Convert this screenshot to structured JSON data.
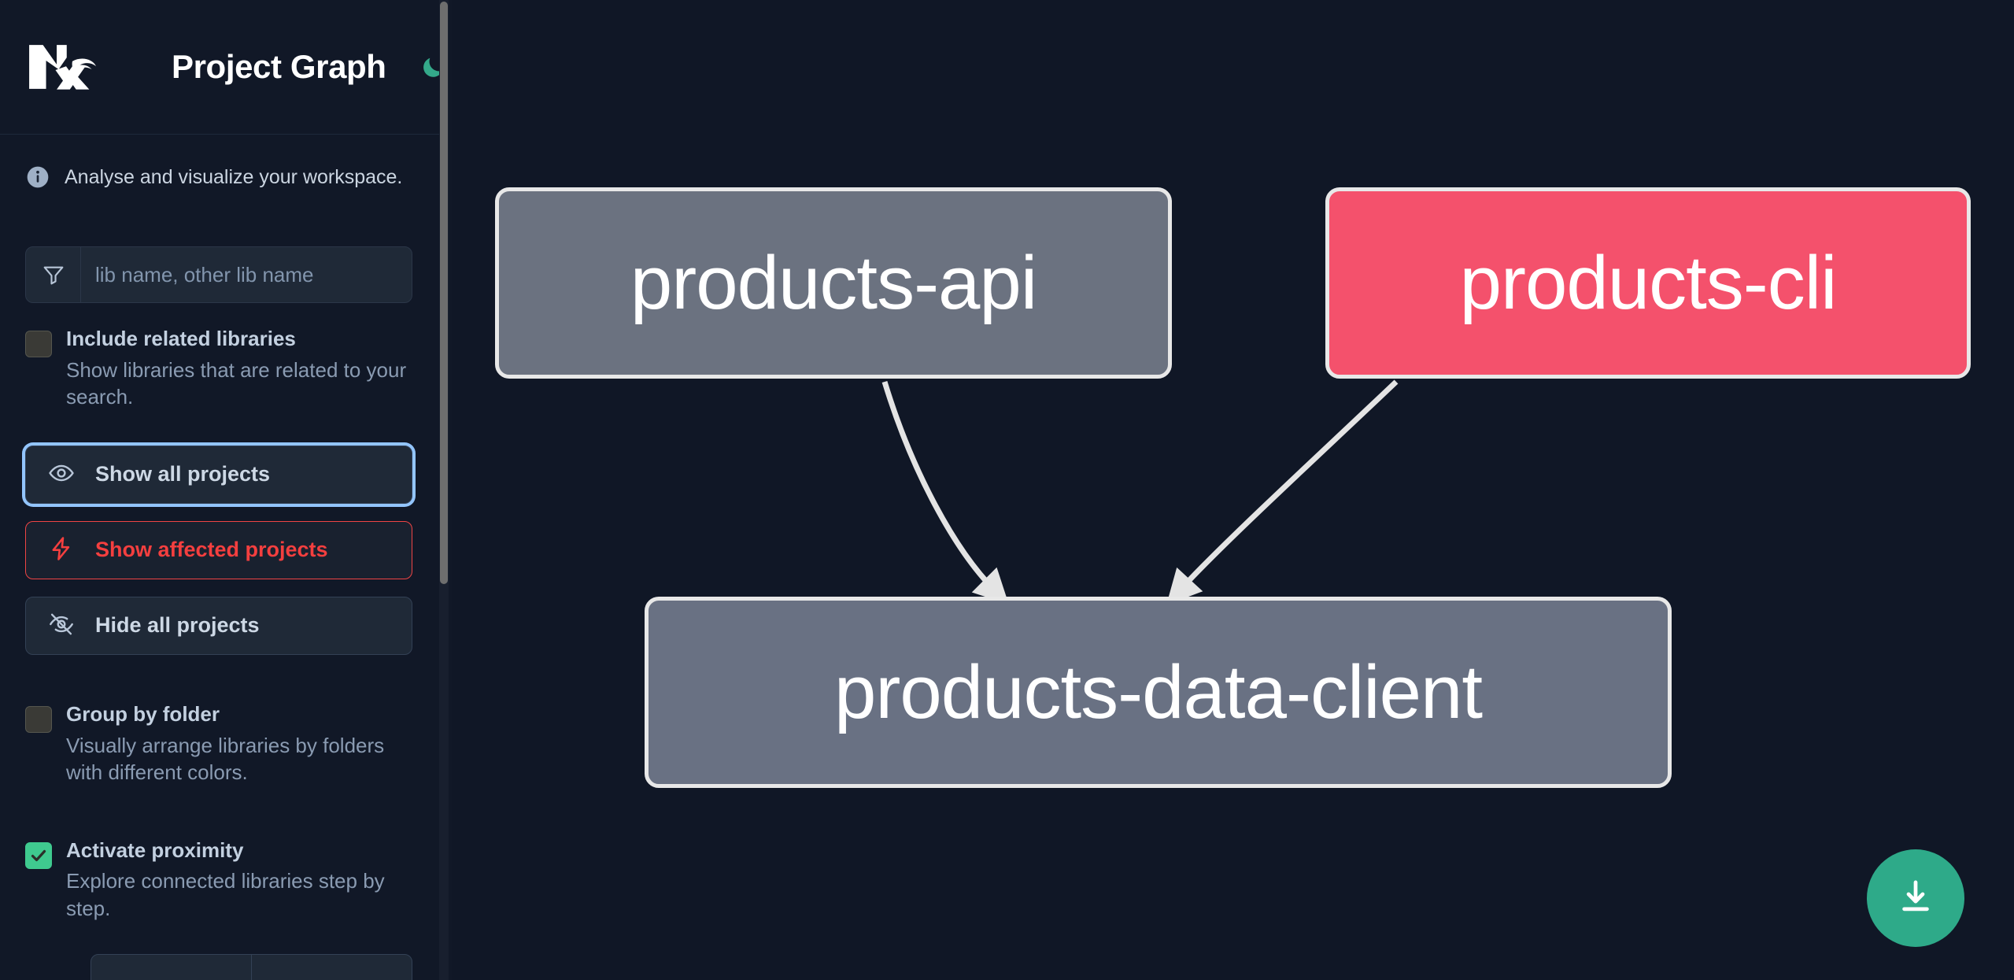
{
  "header": {
    "logo_icon": "nx-logo-icon",
    "title": "Project Graph",
    "theme_toggle_icon": "moon-icon"
  },
  "sidebar": {
    "note": {
      "icon": "info-icon",
      "text": "Analyse and visualize your workspace."
    },
    "search": {
      "icon": "filter-funnel-icon",
      "placeholder": "lib name, other lib name",
      "value": ""
    },
    "options": [
      {
        "name": "include-related-libraries",
        "label": "Include related libraries",
        "description": "Show libraries that are related to your search.",
        "checked": false
      },
      {
        "name": "group-by-folder",
        "label": "Group by folder",
        "description": "Visually arrange libraries by folders with different colors.",
        "checked": false
      },
      {
        "name": "activate-proximity",
        "label": "Activate proximity",
        "description": "Explore connected libraries step by step.",
        "checked": true
      }
    ],
    "buttons": [
      {
        "name": "show-all-projects",
        "label": "Show all projects",
        "icon": "eye-icon",
        "style": "focus"
      },
      {
        "name": "show-affected-projects",
        "label": "Show affected projects",
        "icon": "lightning-bolt-icon",
        "style": "danger"
      },
      {
        "name": "hide-all-projects",
        "label": "Hide all projects",
        "icon": "eye-off-icon",
        "style": "default"
      }
    ]
  },
  "graph": {
    "nodes": [
      {
        "id": "products-api",
        "label": "products-api",
        "color": "#6b7280",
        "state": "normal"
      },
      {
        "id": "products-cli",
        "label": "products-cli",
        "color": "#f4516c",
        "state": "affected"
      },
      {
        "id": "products-data-client",
        "label": "products-data-client",
        "color": "#697183",
        "state": "normal"
      }
    ],
    "edges": [
      {
        "from": "products-api",
        "to": "products-data-client"
      },
      {
        "from": "products-cli",
        "to": "products-data-client"
      }
    ],
    "download_button": {
      "name": "download-graph-button",
      "icon": "download-icon"
    }
  },
  "colors": {
    "background": "#0f1729",
    "sidebar": "#111827",
    "accent_green": "#3fca8f",
    "accent_teal": "#2eaa89",
    "danger_red": "#f43f3f",
    "node_affected": "#f4516c",
    "node_default": "#6b7280",
    "focus_ring": "#93c5fd"
  }
}
